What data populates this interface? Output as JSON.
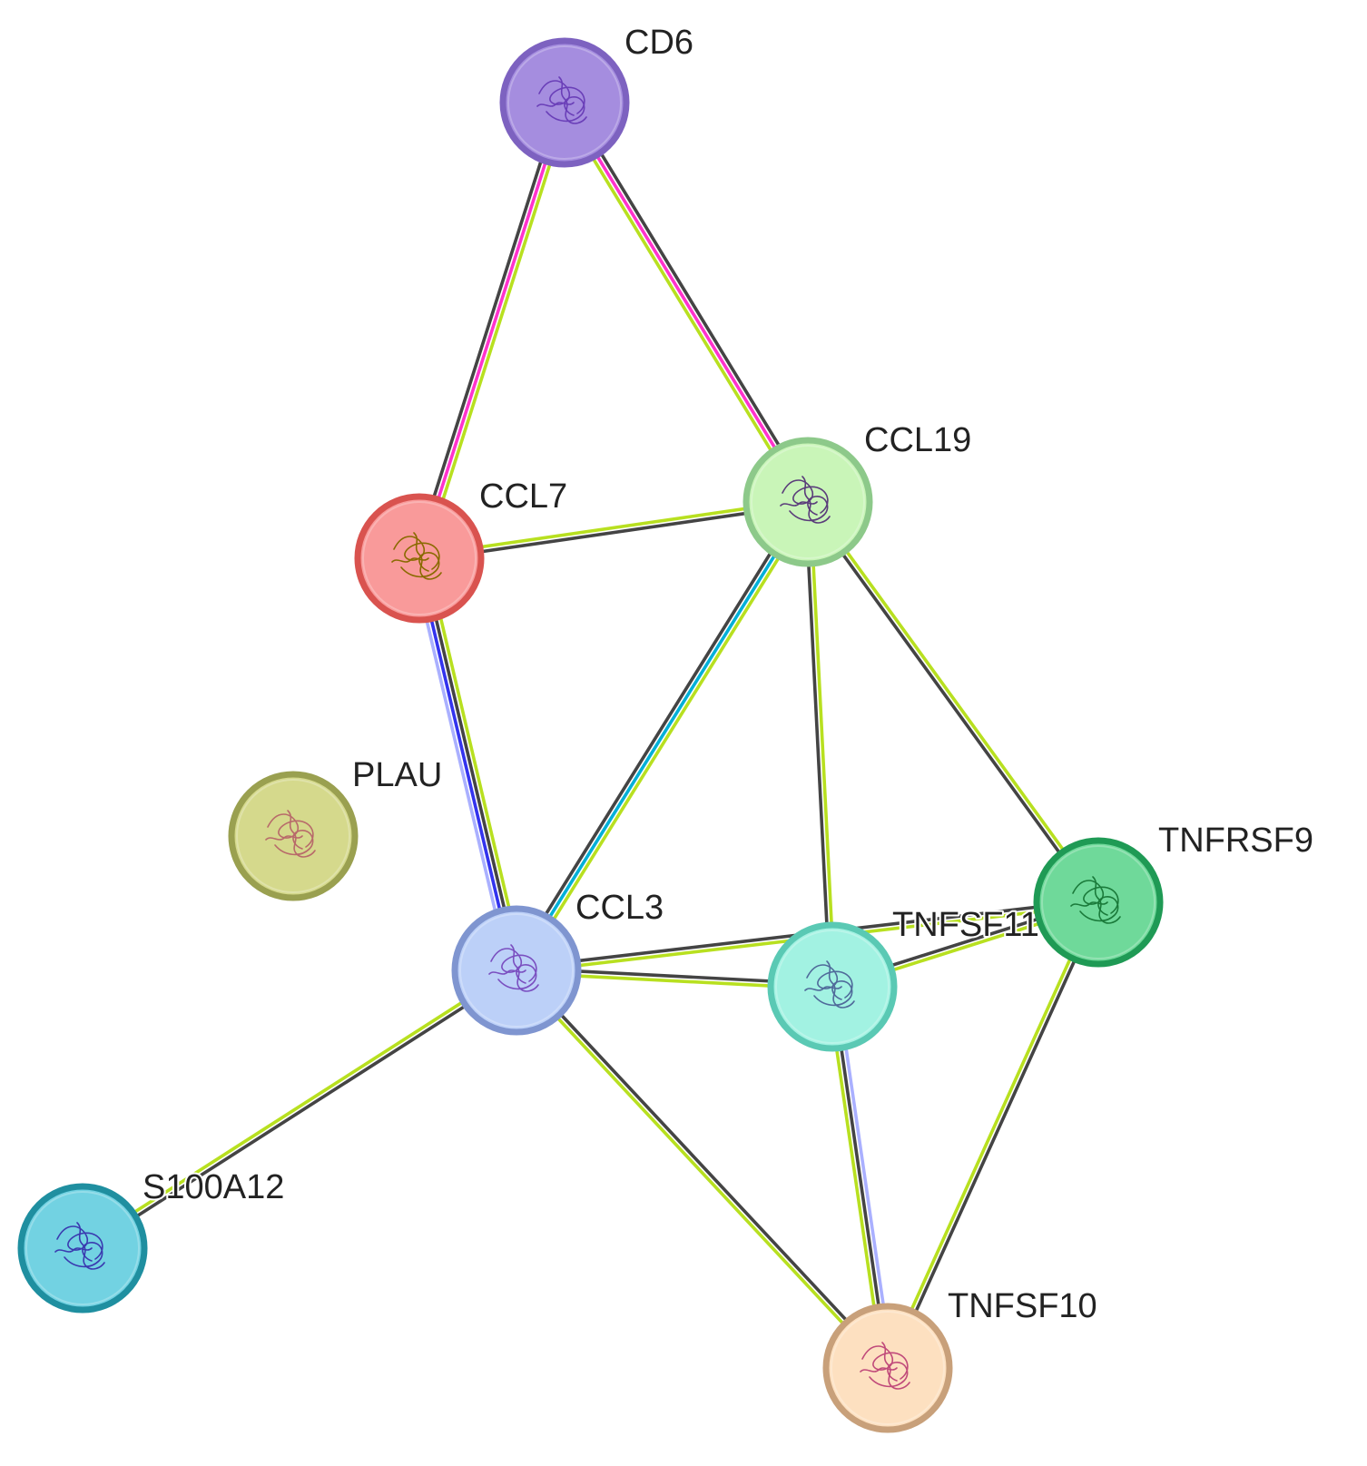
{
  "network": {
    "nodes": [
      {
        "id": "CD6",
        "label": "CD6",
        "fill": "#a58ddf",
        "ring": "#7d62c0",
        "ink": "#6a3fb8"
      },
      {
        "id": "CCL19",
        "label": "CCL19",
        "fill": "#c9f5b8",
        "ring": "#8dc98a",
        "ink": "#5a3c7a"
      },
      {
        "id": "CCL7",
        "label": "CCL7",
        "fill": "#f99a9a",
        "ring": "#d9534f",
        "ink": "#8a6a00"
      },
      {
        "id": "PLAU",
        "label": "PLAU",
        "fill": "#d5d98c",
        "ring": "#9aa050",
        "ink": "#b86a6a"
      },
      {
        "id": "CCL3",
        "label": "CCL3",
        "fill": "#bcd0f8",
        "ring": "#7f95d0",
        "ink": "#7a4fc0"
      },
      {
        "id": "TNFSF11",
        "label": "TNFSF11",
        "fill": "#a2f2e2",
        "ring": "#5ac9b4",
        "ink": "#4f6a9a"
      },
      {
        "id": "TNFRSF9",
        "label": "TNFRSF9",
        "fill": "#6fd99a",
        "ring": "#1f9a55",
        "ink": "#1a7a3a"
      },
      {
        "id": "S100A12",
        "label": "S100A12",
        "fill": "#72d2e2",
        "ring": "#1f8fa0",
        "ink": "#3a3ab0"
      },
      {
        "id": "TNFSF10",
        "label": "TNFSF10",
        "fill": "#fde0c0",
        "ring": "#c8a07a",
        "ink": "#c04a7a"
      }
    ],
    "edges": [
      {
        "source": "CD6",
        "target": "CCL7",
        "channels": [
          "#b8e020",
          "#ff33cc",
          "#444444"
        ]
      },
      {
        "source": "CD6",
        "target": "CCL19",
        "channels": [
          "#444444",
          "#ff33cc",
          "#b8e020"
        ]
      },
      {
        "source": "CCL7",
        "target": "CCL19",
        "channels": [
          "#b8e020",
          "#444444"
        ]
      },
      {
        "source": "CCL7",
        "target": "CCL3",
        "channels": [
          "#b8e020",
          "#444444",
          "#3333ee",
          "#aab0ff"
        ]
      },
      {
        "source": "CCL19",
        "target": "CCL3",
        "channels": [
          "#b8e020",
          "#00b0d8",
          "#444444"
        ]
      },
      {
        "source": "CCL19",
        "target": "TNFSF11",
        "channels": [
          "#b8e020",
          "#444444"
        ]
      },
      {
        "source": "CCL19",
        "target": "TNFRSF9",
        "channels": [
          "#b8e020",
          "#444444"
        ]
      },
      {
        "source": "CCL3",
        "target": "TNFSF11",
        "channels": [
          "#444444",
          "#b8e020"
        ]
      },
      {
        "source": "CCL3",
        "target": "TNFRSF9",
        "channels": [
          "#444444",
          "#b8e020"
        ]
      },
      {
        "source": "CCL3",
        "target": "S100A12",
        "channels": [
          "#444444",
          "#b8e020"
        ]
      },
      {
        "source": "CCL3",
        "target": "TNFSF10",
        "channels": [
          "#444444",
          "#b8e020"
        ]
      },
      {
        "source": "TNFSF11",
        "target": "TNFRSF9",
        "channels": [
          "#444444",
          "#b8e020"
        ]
      },
      {
        "source": "TNFSF11",
        "target": "TNFSF10",
        "channels": [
          "#aab0ff",
          "#444444",
          "#b8e020"
        ]
      },
      {
        "source": "TNFRSF9",
        "target": "TNFSF10",
        "channels": [
          "#444444",
          "#b8e020"
        ]
      }
    ]
  }
}
